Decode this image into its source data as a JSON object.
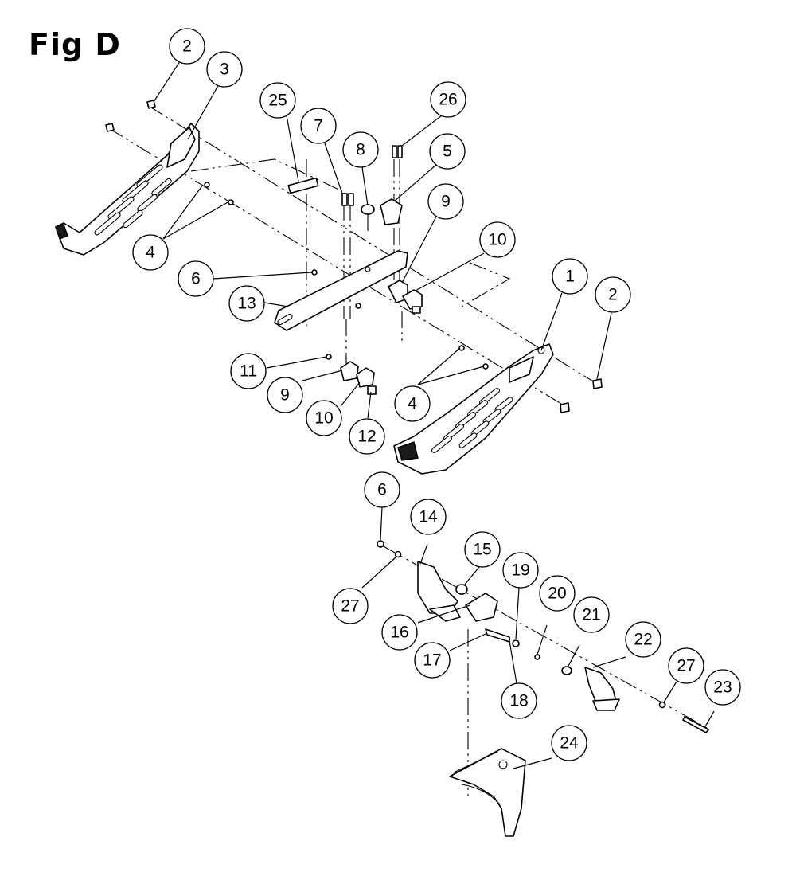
{
  "figure": {
    "title": "Fig D"
  },
  "callouts": {
    "c1": "1",
    "c2a": "2",
    "c2b": "2",
    "c3": "3",
    "c4a": "4",
    "c4b": "4",
    "c5": "5",
    "c6a": "6",
    "c6b": "6",
    "c7": "7",
    "c8": "8",
    "c9a": "9",
    "c9b": "9",
    "c10a": "10",
    "c10b": "10",
    "c11": "11",
    "c12": "12",
    "c13": "13",
    "c14": "14",
    "c15": "15",
    "c16": "16",
    "c17": "17",
    "c18": "18",
    "c19": "19",
    "c20": "20",
    "c21": "21",
    "c22": "22",
    "c23": "23",
    "c24": "24",
    "c25": "25",
    "c26": "26",
    "c27a": "27",
    "c27b": "27"
  }
}
